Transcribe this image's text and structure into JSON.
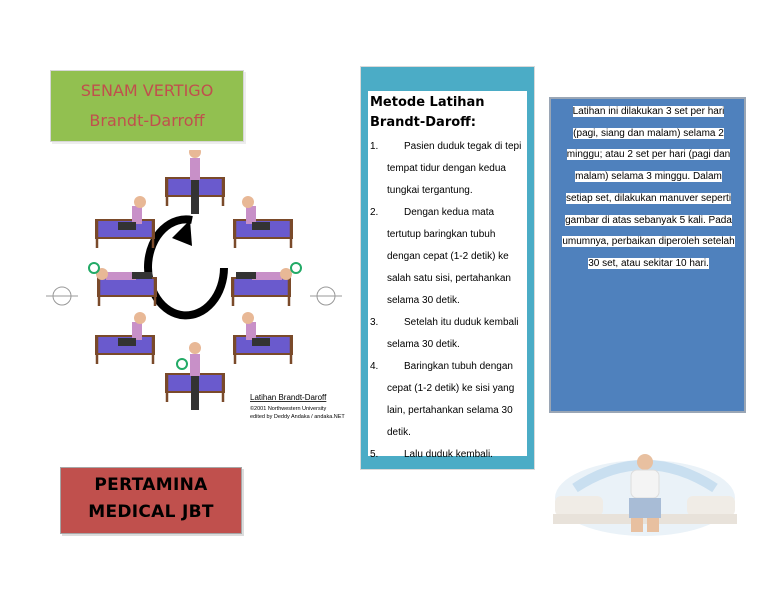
{
  "title": {
    "line1": "SENAM VERTIGO",
    "line2": "Brandt-Darroff"
  },
  "figure": {
    "caption": "Latihan Brandt-Daroff",
    "credit1": "©2001 Northwestern University",
    "credit2": "edited by Deddy Andaka / andaka.NET"
  },
  "method": {
    "title": "Metode Latihan Brandt-Daroff:",
    "steps": [
      {
        "num": "1.",
        "text": "Pasien duduk tegak di tepi tempat tidur dengan kedua tungkai tergantung."
      },
      {
        "num": "2.",
        "text": "Dengan kedua mata tertutup baringkan tubuh dengan cepat (1-2 detik) ke salah satu sisi, pertahankan selama 30 detik."
      },
      {
        "num": "3.",
        "text": "Setelah itu duduk kembali selama 30 detik."
      },
      {
        "num": "4.",
        "text": "Baringkan tubuh dengan cepat (1-2 detik) ke sisi yang lain, pertahankan selama 30 detik."
      },
      {
        "num": "5.",
        "text": "Lalu duduk kembali."
      }
    ]
  },
  "info": {
    "lines": [
      "Latihan ini dilakukan 3 set per hari",
      "(pagi, siang dan malam) selama 2",
      "minggu; atau 2 set per hari (pagi dan",
      "malam) selama 3 minggu.  Dalam",
      "setiap set, dilakukan manuver seperti",
      "gambar di atas sebanyak 5 kali. Pada",
      "umumnya, perbaikan diperoleh setelah",
      "30 set, atau sekitar 10 hari."
    ]
  },
  "footer": {
    "line1": "PERTAMINA",
    "line2": "MEDICAL JBT"
  },
  "colors": {
    "title_bg": "#92c050",
    "title_text": "#c0504d",
    "method_bg": "#4bacc6",
    "info_bg": "#4f81bd",
    "footer_bg": "#c0504d"
  }
}
